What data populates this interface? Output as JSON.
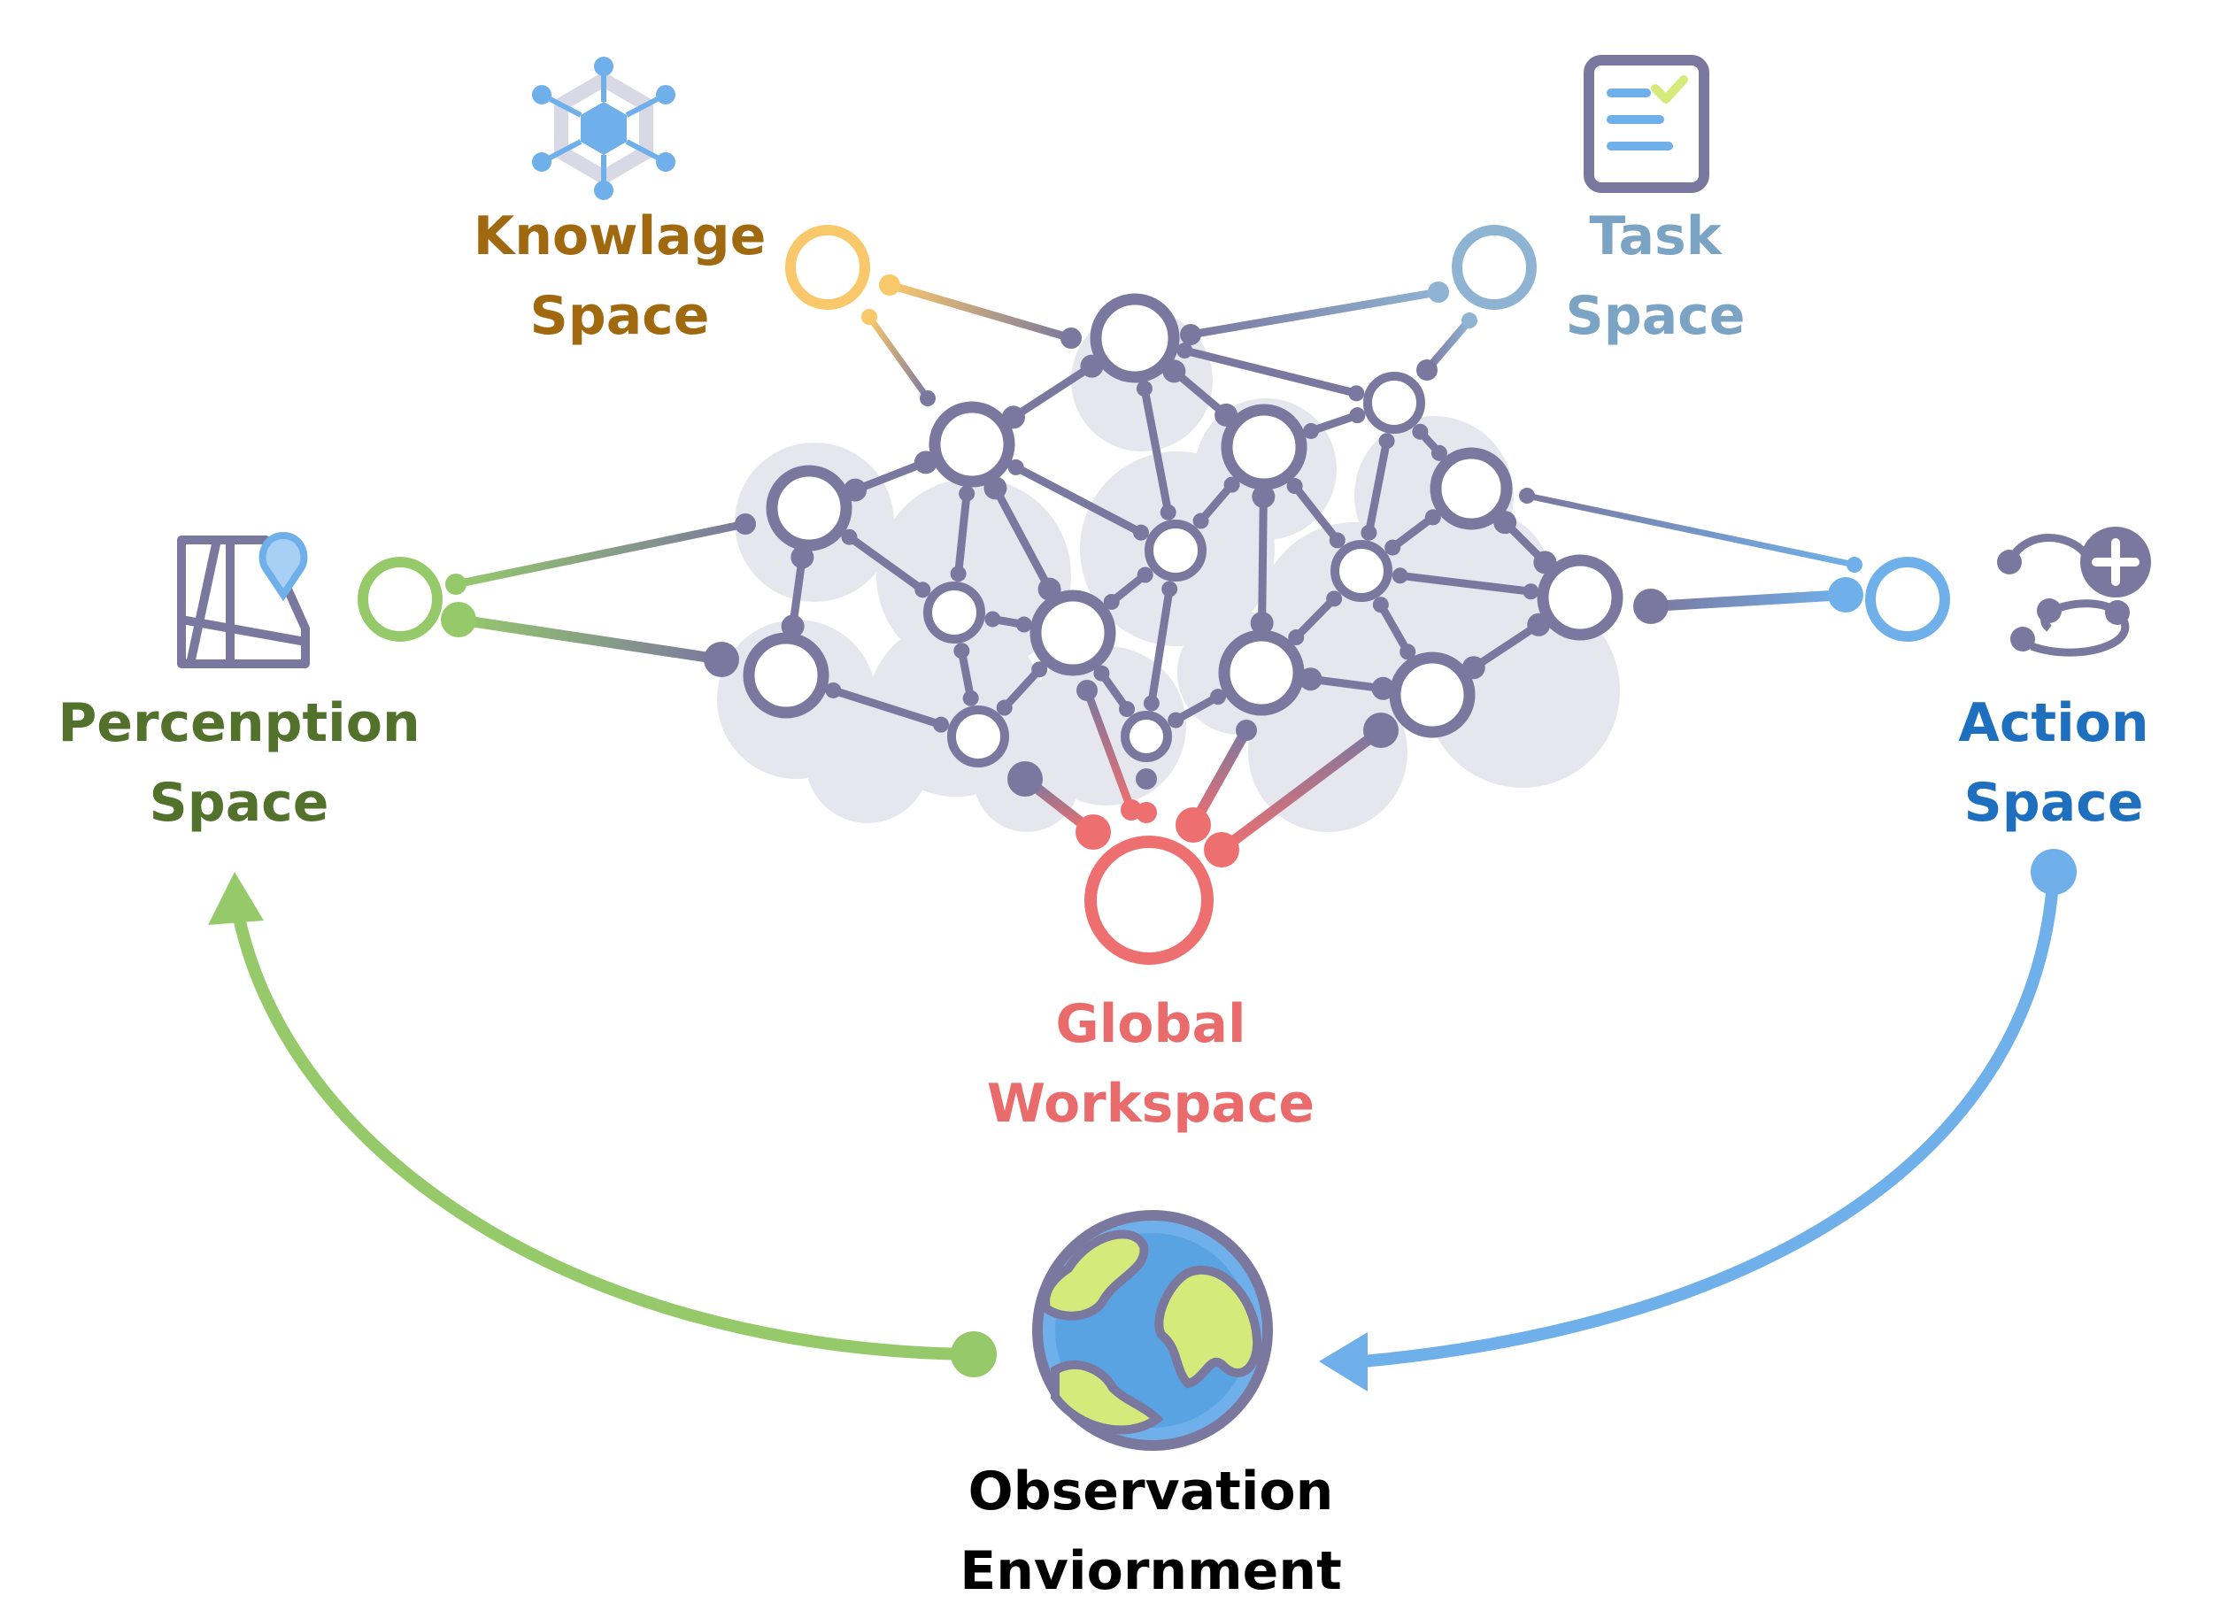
{
  "colors": {
    "knowledge": "#f9c86a",
    "task": "#8fb3d3",
    "perception": "#96c96a",
    "action": "#6fb0ea",
    "global": "#ee6f6f",
    "network": "#7b789f",
    "blob": "#e6e6ee"
  },
  "labels": {
    "knowledge": [
      "Knowlage",
      "Space"
    ],
    "task": [
      "Task",
      "Space"
    ],
    "perception": [
      "Percenption",
      "Space"
    ],
    "action": [
      "Action",
      "Space"
    ],
    "global": [
      "Global",
      "Workspace"
    ],
    "observation": [
      "Observation",
      "Enviornment"
    ]
  },
  "icons": {
    "knowledge": "hexagon-network-icon",
    "task": "checklist-document-icon",
    "perception": "map-pin-icon",
    "action": "route-plus-icon",
    "observation": "globe-icon"
  }
}
